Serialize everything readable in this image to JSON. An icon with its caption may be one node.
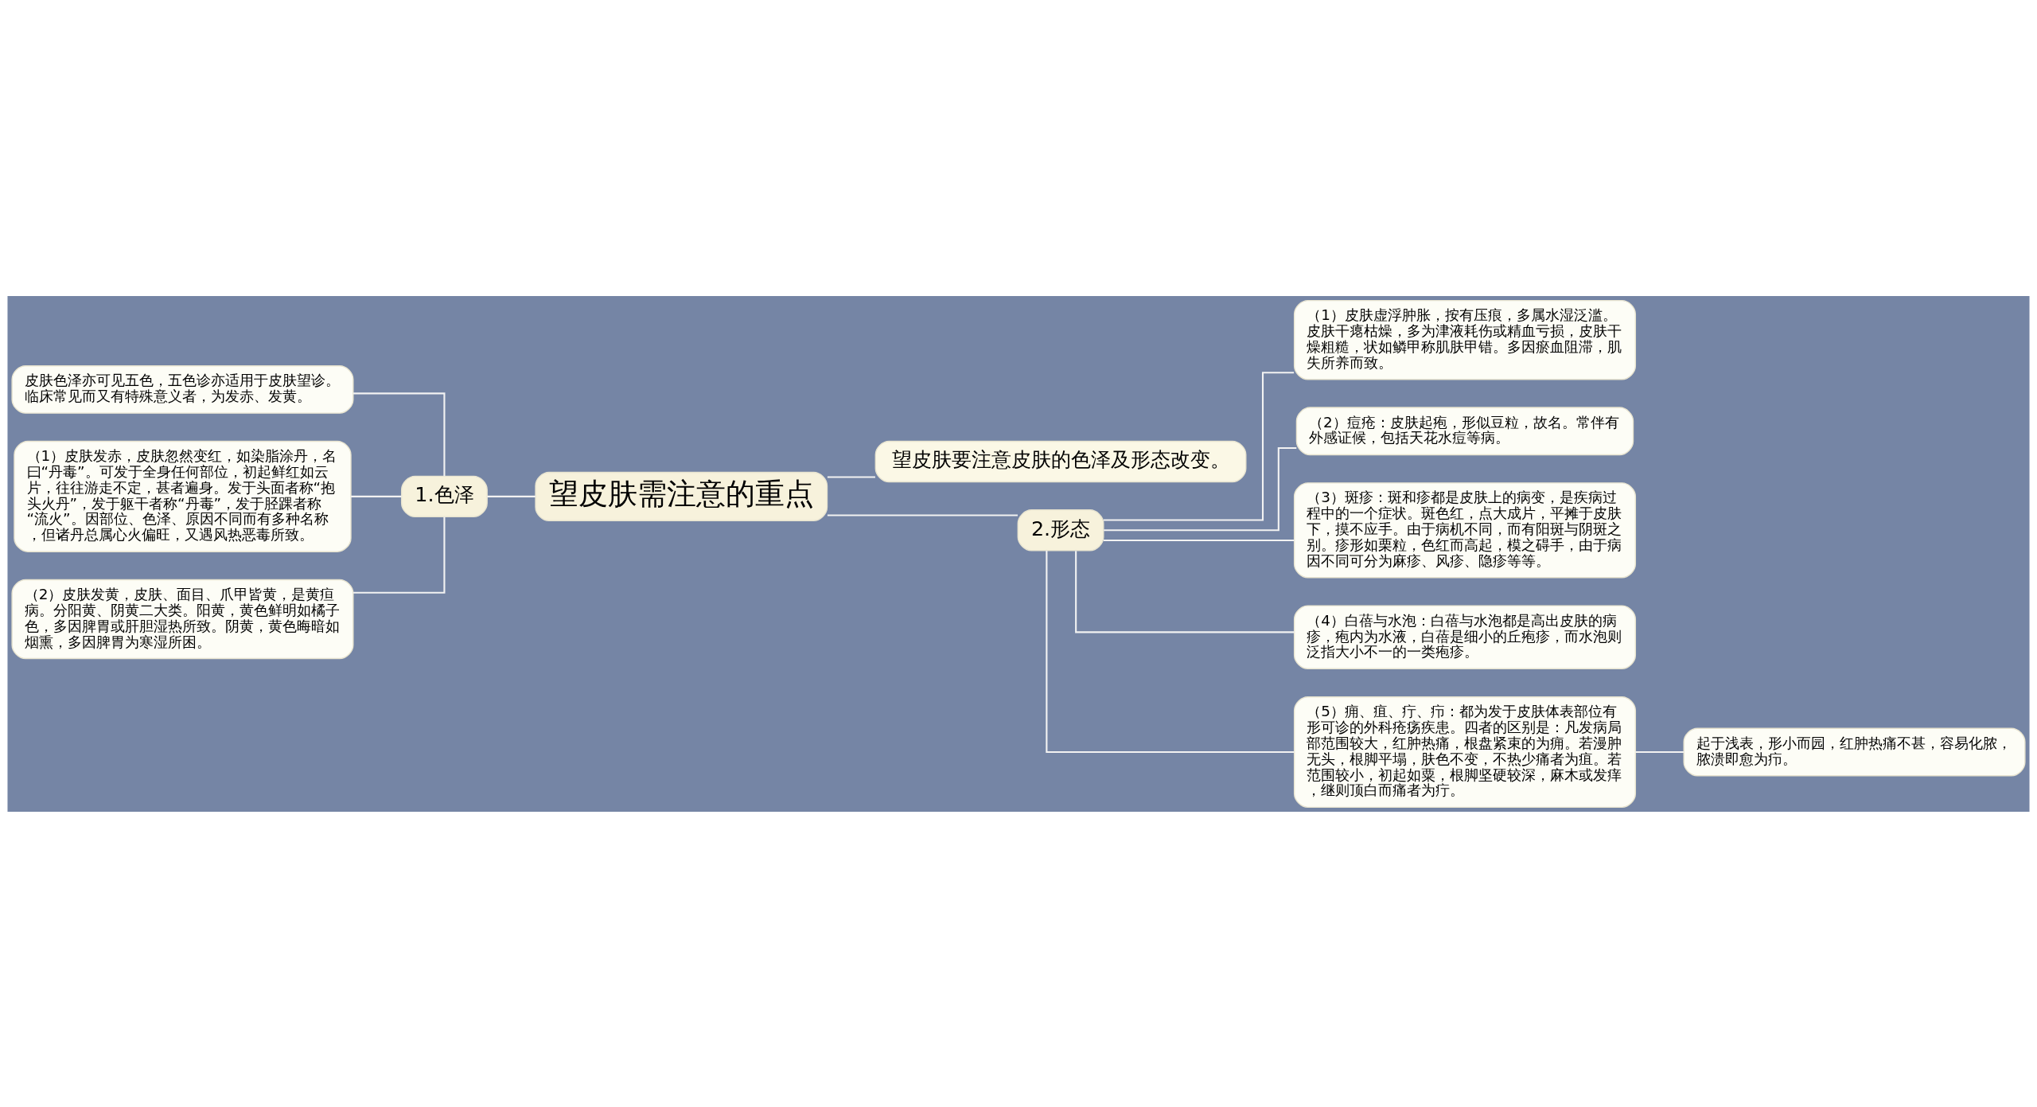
{
  "diagram": {
    "nodes": [
      {
        "text": [
          "望皮肤需注意的重点"
        ]
      },
      {
        "text": [
          "1.色泽"
        ]
      },
      {
        "text": [
          "皮肤色泽亦可见五色，五色诊亦适用于皮肤望诊。临床常见而又有特殊意义者，为发赤、发黄。"
        ]
      },
      {
        "text": [
          "（1）皮肤发赤，皮肤忽然变红，如染脂涂丹，名曰“丹毒”。可发于全身任何部位，初起鲜红如云片，往往游走不定，甚者遍身。发于头面者称“抱头火丹”，发于躯干者称“丹毒”，发于胫踝者称“流火”。因部位、色泽、原因不同而有多种名称，但诸丹总属心火偏旺，又遇风热恶毒所致。"
        ]
      },
      {
        "text": [
          "（2）皮肤发黄，皮肤、面目、爪甲皆黄，是黄疸病。分阳黄、阴黄二大类。阳黄，黄色鲜明如橘子色，多因脾胃或肝胆湿热所致。阴黄，黄色晦暗如烟熏，多因脾胃为寒湿所困。"
        ]
      },
      {
        "text": [
          "望皮肤要注意皮肤的色泽及形态改变。"
        ]
      },
      {
        "text": [
          "2.形态"
        ]
      },
      {
        "text": [
          "（1）皮肤虚浮肿胀，按有压痕，多属水湿泛滥。皮肤干瘪枯燥，多为津液耗伤或精血亏损，皮肤干燥粗糙，状如鳞甲称肌肤甲错。多因瘀血阻滞，肌失所养而致。"
        ]
      },
      {
        "text": [
          "（2）痘疮：皮肤起疱，形似豆粒，故名。常伴有外感证候，包括天花水痘等病。"
        ]
      },
      {
        "text": [
          "（3）斑疹：斑和疹都是皮肤上的病变，是疾病过程中的一个症状。斑色红，点大成片，平摊于皮肤下，摸不应手。由于病机不同，而有阳斑与阴斑之别。疹形如栗粒，色红而高起，模之碍手，由于病因不同可分为麻疹、风疹、隐疹等等。"
        ]
      },
      {
        "text": [
          "（4）白蓓与水泡：白蓓与水泡都是高出皮肤的病疹，疱内为水液，白蓓是细小的丘疱疹，而水泡则泛指大小不一的一类疱疹。"
        ]
      },
      {
        "text": [
          "（5）痈、疽、疔、疖：都为发于皮肤体表部位有形可诊的外科疮疡疾患。四者的区别是：凡发病局部范围较大，红肿热痛，根盘紧束的为痈。若漫肿无头，根脚平塌，肤色不变，不热少痛者为疽。若范围较小，初起如粟，根脚坚硬较深，麻木或发痒，继则顶白而痛者为疔。"
        ]
      },
      {
        "text": [
          "起于浅表，形小而园，红肿热痛不甚，容易化脓，脓溃即愈为疖。"
        ]
      }
    ],
    "edges": [
      {
        "from": 0,
        "to": 1,
        "arrow": "none"
      },
      {
        "from": 1,
        "to": 2,
        "arrow": "none"
      },
      {
        "from": 1,
        "to": 3,
        "arrow": "none"
      },
      {
        "from": 1,
        "to": 4,
        "arrow": "none"
      },
      {
        "from": 0,
        "to": 5,
        "arrow": "none"
      },
      {
        "from": 0,
        "to": 6,
        "arrow": "none"
      },
      {
        "from": 6,
        "to": 7,
        "arrow": "none"
      },
      {
        "from": 6,
        "to": 8,
        "arrow": "none"
      },
      {
        "from": 6,
        "to": 9,
        "arrow": "none"
      },
      {
        "from": 6,
        "to": 10,
        "arrow": "none"
      },
      {
        "from": 6,
        "to": 11,
        "arrow": "none"
      },
      {
        "from": 11,
        "to": 12,
        "arrow": "none"
      }
    ]
  }
}
